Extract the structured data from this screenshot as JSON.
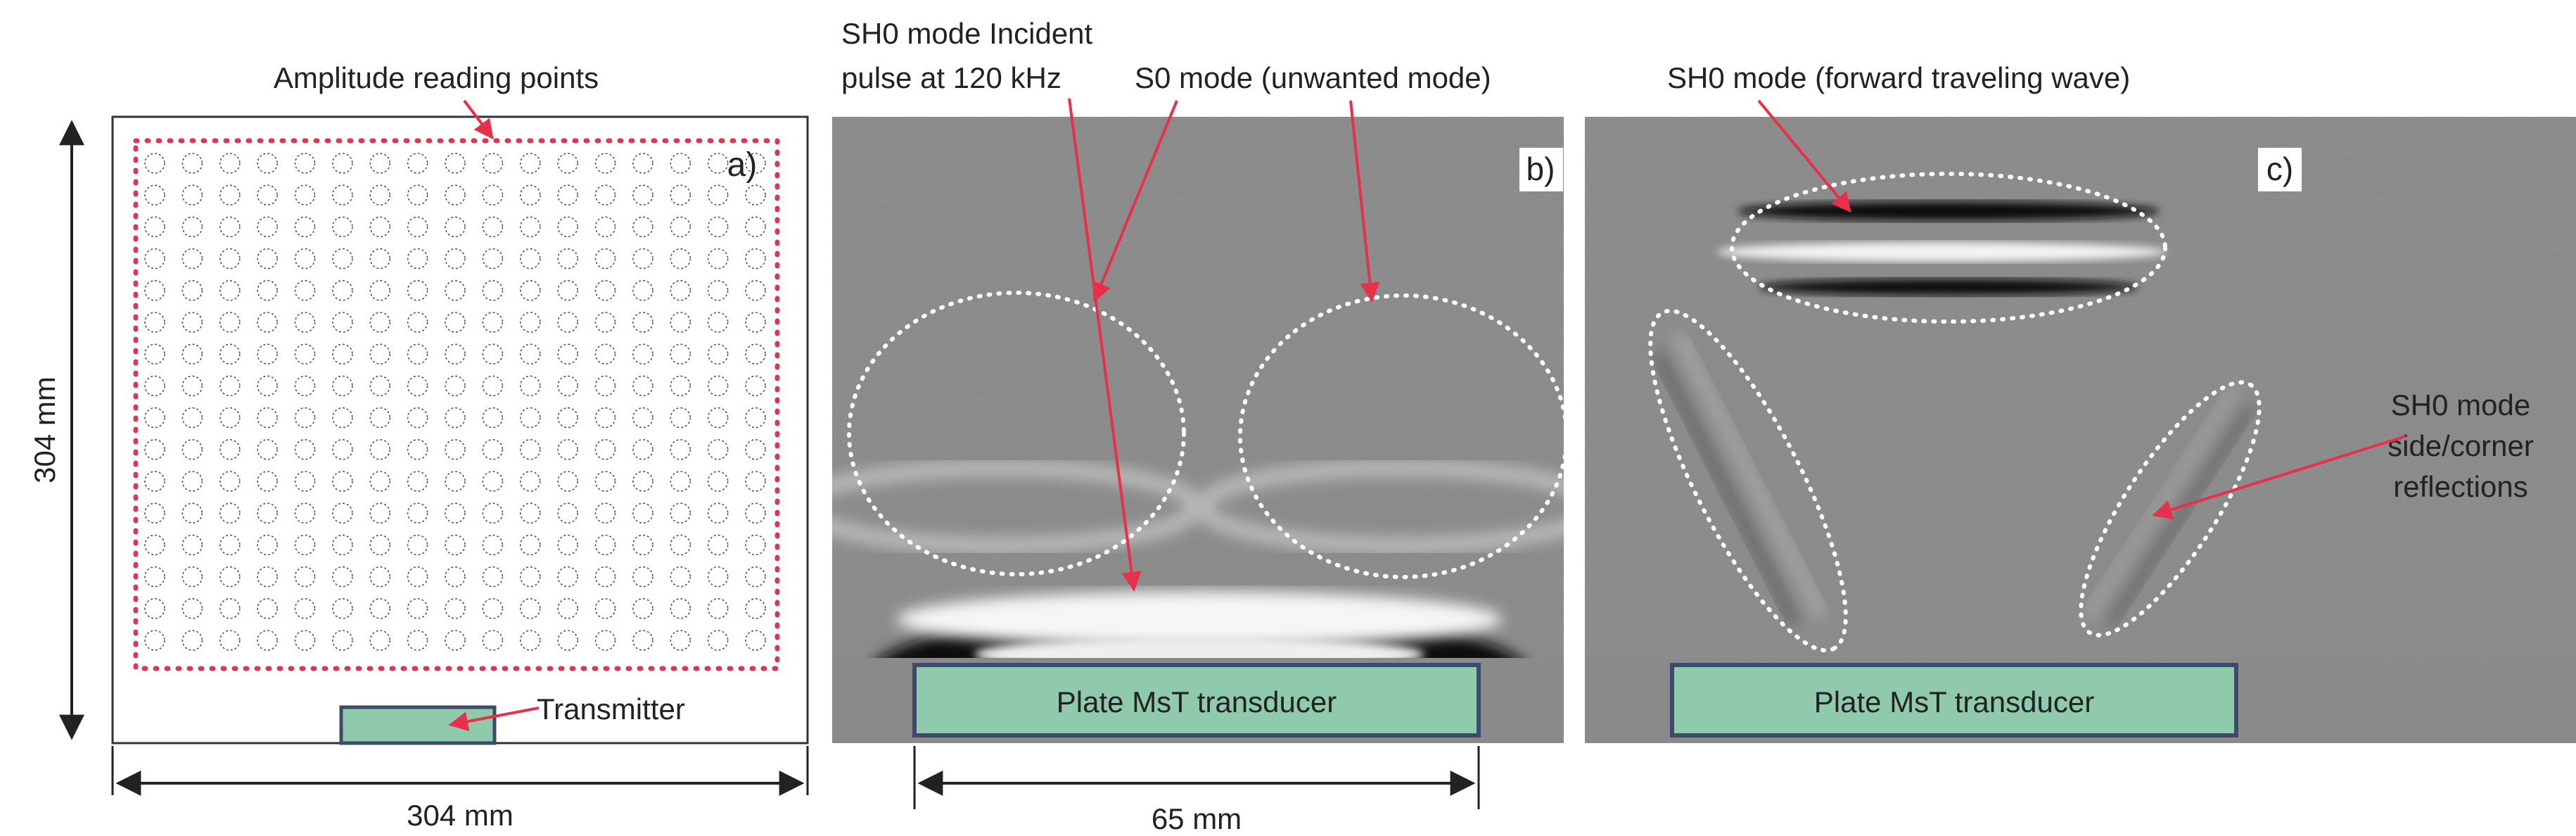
{
  "panel_a": {
    "label": "a)",
    "title": "Amplitude reading points",
    "dimension_vertical": "304 mm",
    "dimension_horizontal": "304 mm",
    "transmitter_label": "Transmitter",
    "grid": {
      "rows": 16,
      "cols": 17
    }
  },
  "panel_b": {
    "label": "b)",
    "annotation_incident_line1": "SH0 mode Incident",
    "annotation_incident_line2": "pulse at 120 kHz",
    "annotation_s0": "S0 mode (unwanted mode)",
    "transducer_label": "Plate MsT transducer",
    "dimension": "65 mm"
  },
  "panel_c": {
    "label": "c)",
    "annotation_forward": "SH0 mode (forward traveling wave)",
    "annotation_reflection_line1": "SH0 mode",
    "annotation_reflection_line2": "side/corner",
    "annotation_reflection_line3": "reflections",
    "transducer_label": "Plate MsT transducer"
  },
  "colors": {
    "accent_red": "#e8304a",
    "transducer_fill": "#8fcaad",
    "transducer_border": "#3d4a6b",
    "base_gray": "#8a8a8a",
    "dotted_red": "#d63a55"
  }
}
